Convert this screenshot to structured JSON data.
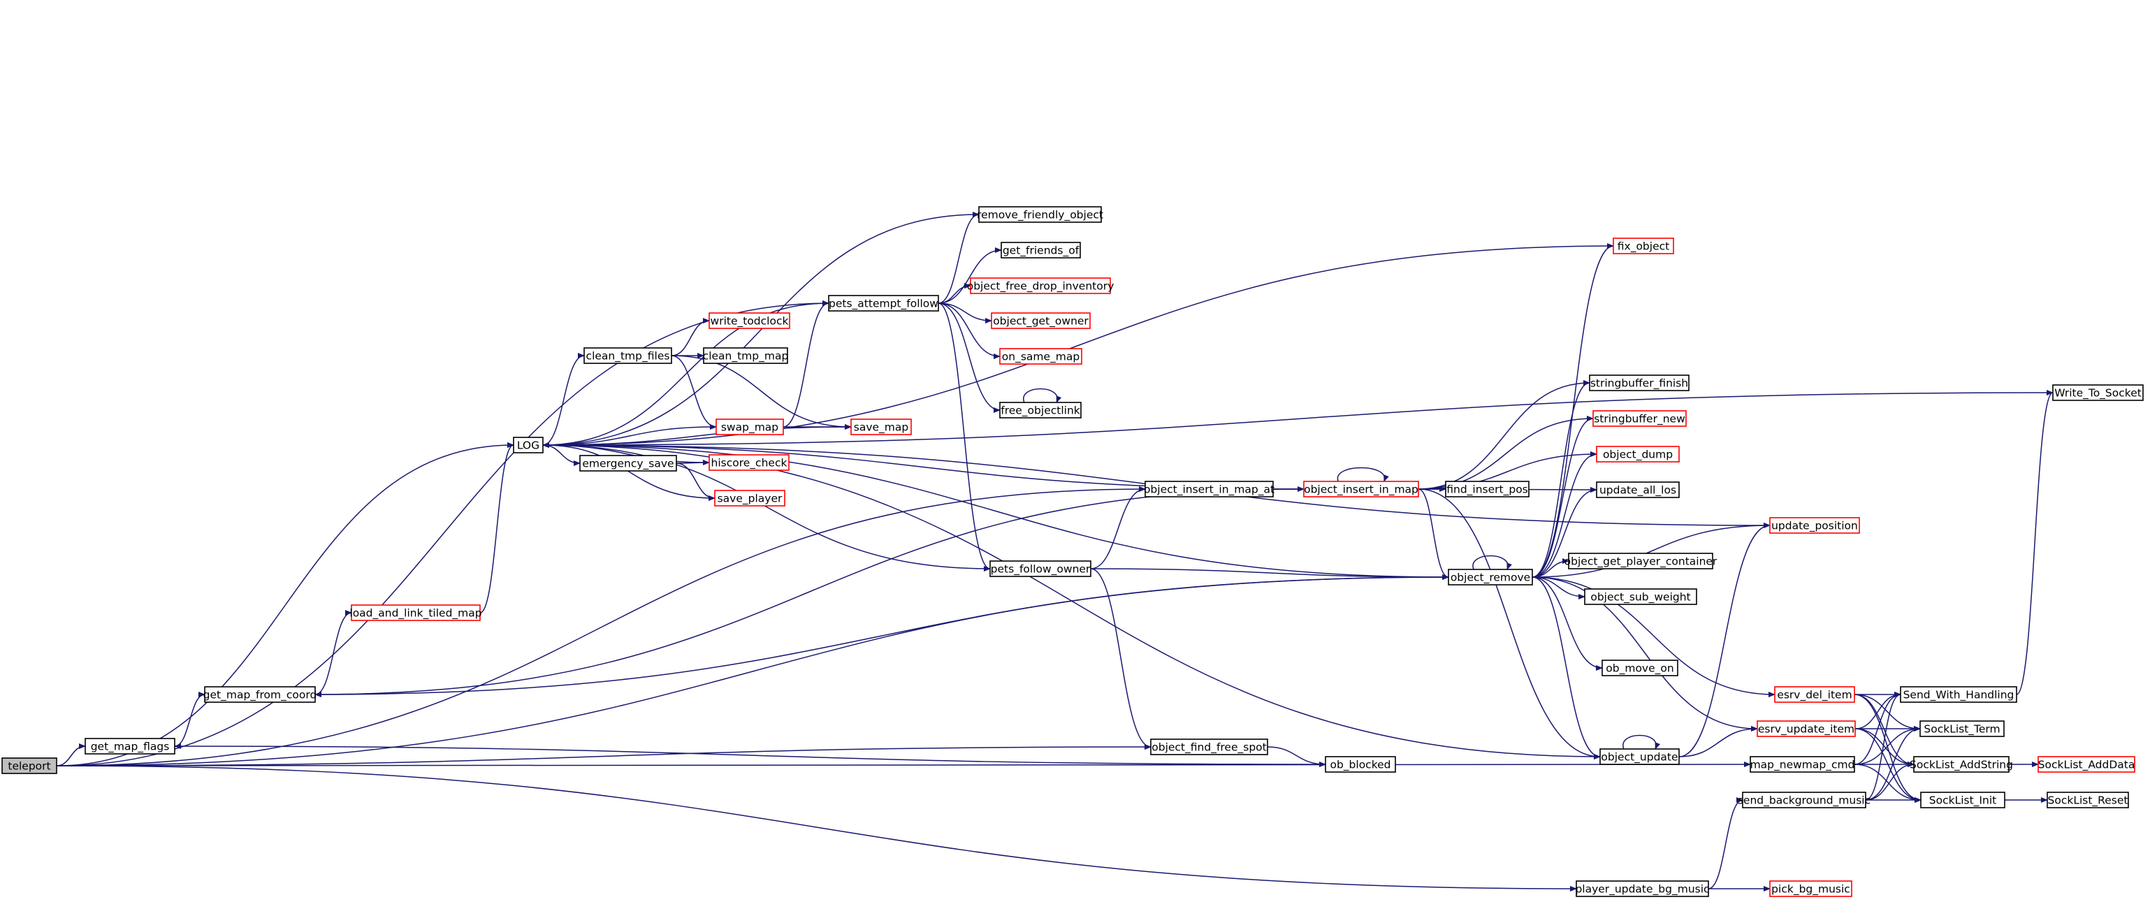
{
  "colors": {
    "edge": "#191970",
    "node_border_default": "#000000",
    "node_border_truncated": "#ff0000",
    "root_fill": "#bfbfbf",
    "node_fill": "#ffffff"
  },
  "nodes": [
    {
      "id": "teleport",
      "label": "teleport",
      "kind": "root"
    },
    {
      "id": "get_map_flags",
      "label": "get_map_flags",
      "kind": "normal"
    },
    {
      "id": "get_map_from_coord",
      "label": "get_map_from_coord",
      "kind": "normal"
    },
    {
      "id": "load_and_link_tiled_map",
      "label": "load_and_link_tiled_map",
      "kind": "truncated"
    },
    {
      "id": "LOG",
      "label": "LOG",
      "kind": "normal"
    },
    {
      "id": "clean_tmp_files",
      "label": "clean_tmp_files",
      "kind": "normal"
    },
    {
      "id": "emergency_save",
      "label": "emergency_save",
      "kind": "normal"
    },
    {
      "id": "write_todclock",
      "label": "write_todclock",
      "kind": "truncated"
    },
    {
      "id": "clean_tmp_map",
      "label": "clean_tmp_map",
      "kind": "normal"
    },
    {
      "id": "swap_map",
      "label": "swap_map",
      "kind": "truncated"
    },
    {
      "id": "hiscore_check",
      "label": "hiscore_check",
      "kind": "truncated"
    },
    {
      "id": "save_player",
      "label": "save_player",
      "kind": "truncated"
    },
    {
      "id": "save_map",
      "label": "save_map",
      "kind": "truncated"
    },
    {
      "id": "pets_attempt_follow",
      "label": "pets_attempt_follow",
      "kind": "normal"
    },
    {
      "id": "remove_friendly_object",
      "label": "remove_friendly_object",
      "kind": "normal"
    },
    {
      "id": "get_friends_of",
      "label": "get_friends_of",
      "kind": "normal"
    },
    {
      "id": "object_free_drop_inventory",
      "label": "object_free_drop_inventory",
      "kind": "truncated"
    },
    {
      "id": "object_get_owner",
      "label": "object_get_owner",
      "kind": "truncated"
    },
    {
      "id": "on_same_map",
      "label": "on_same_map",
      "kind": "truncated"
    },
    {
      "id": "free_objectlink",
      "label": "free_objectlink",
      "kind": "normal"
    },
    {
      "id": "pets_follow_owner",
      "label": "pets_follow_owner",
      "kind": "normal"
    },
    {
      "id": "object_insert_in_map_at",
      "label": "object_insert_in_map_at",
      "kind": "normal"
    },
    {
      "id": "object_insert_in_map",
      "label": "object_insert_in_map",
      "kind": "truncated"
    },
    {
      "id": "find_insert_pos",
      "label": "find_insert_pos",
      "kind": "normal"
    },
    {
      "id": "object_find_free_spot",
      "label": "object_find_free_spot",
      "kind": "normal"
    },
    {
      "id": "ob_blocked",
      "label": "ob_blocked",
      "kind": "normal"
    },
    {
      "id": "fix_object",
      "label": "fix_object",
      "kind": "truncated"
    },
    {
      "id": "stringbuffer_finish",
      "label": "stringbuffer_finish",
      "kind": "normal"
    },
    {
      "id": "stringbuffer_new",
      "label": "stringbuffer_new",
      "kind": "truncated"
    },
    {
      "id": "object_dump",
      "label": "object_dump",
      "kind": "truncated"
    },
    {
      "id": "update_all_los",
      "label": "update_all_los",
      "kind": "normal"
    },
    {
      "id": "update_position",
      "label": "update_position",
      "kind": "truncated"
    },
    {
      "id": "object_remove",
      "label": "object_remove",
      "kind": "normal"
    },
    {
      "id": "object_get_player_container",
      "label": "object_get_player_container",
      "kind": "normal"
    },
    {
      "id": "object_sub_weight",
      "label": "object_sub_weight",
      "kind": "normal"
    },
    {
      "id": "ob_move_on",
      "label": "ob_move_on",
      "kind": "normal"
    },
    {
      "id": "object_update",
      "label": "object_update",
      "kind": "normal"
    },
    {
      "id": "esrv_del_item",
      "label": "esrv_del_item",
      "kind": "truncated"
    },
    {
      "id": "esrv_update_item",
      "label": "esrv_update_item",
      "kind": "truncated"
    },
    {
      "id": "map_newmap_cmd",
      "label": "map_newmap_cmd",
      "kind": "normal"
    },
    {
      "id": "send_background_music",
      "label": "send_background_music",
      "kind": "normal"
    },
    {
      "id": "player_update_bg_music",
      "label": "player_update_bg_music",
      "kind": "normal"
    },
    {
      "id": "pick_bg_music",
      "label": "pick_bg_music",
      "kind": "truncated"
    },
    {
      "id": "Send_With_Handling",
      "label": "Send_With_Handling",
      "kind": "normal"
    },
    {
      "id": "SockList_Term",
      "label": "SockList_Term",
      "kind": "normal"
    },
    {
      "id": "SockList_AddString",
      "label": "SockList_AddString",
      "kind": "normal"
    },
    {
      "id": "SockList_AddData",
      "label": "SockList_AddData",
      "kind": "truncated"
    },
    {
      "id": "SockList_Init",
      "label": "SockList_Init",
      "kind": "normal"
    },
    {
      "id": "SockList_Reset",
      "label": "SockList_Reset",
      "kind": "normal"
    },
    {
      "id": "Write_To_Socket",
      "label": "Write_To_Socket",
      "kind": "normal"
    }
  ],
  "edges": [
    [
      "teleport",
      "get_map_flags"
    ],
    [
      "teleport",
      "LOG"
    ],
    [
      "teleport",
      "pets_attempt_follow"
    ],
    [
      "teleport",
      "object_insert_in_map_at"
    ],
    [
      "teleport",
      "object_find_free_spot"
    ],
    [
      "teleport",
      "object_remove"
    ],
    [
      "teleport",
      "map_newmap_cmd"
    ],
    [
      "teleport",
      "player_update_bg_music"
    ],
    [
      "get_map_flags",
      "get_map_from_coord"
    ],
    [
      "get_map_from_coord",
      "load_and_link_tiled_map"
    ],
    [
      "load_and_link_tiled_map",
      "LOG"
    ],
    [
      "LOG",
      "clean_tmp_files"
    ],
    [
      "LOG",
      "emergency_save"
    ],
    [
      "clean_tmp_files",
      "write_todclock"
    ],
    [
      "clean_tmp_files",
      "clean_tmp_map"
    ],
    [
      "clean_tmp_files",
      "swap_map"
    ],
    [
      "clean_tmp_files",
      "save_map"
    ],
    [
      "emergency_save",
      "hiscore_check"
    ],
    [
      "emergency_save",
      "save_player"
    ],
    [
      "swap_map",
      "LOG"
    ],
    [
      "swap_map",
      "save_map"
    ],
    [
      "swap_map",
      "pets_attempt_follow"
    ],
    [
      "hiscore_check",
      "LOG"
    ],
    [
      "save_player",
      "LOG"
    ],
    [
      "save_map",
      "LOG"
    ],
    [
      "pets_attempt_follow",
      "LOG"
    ],
    [
      "pets_attempt_follow",
      "remove_friendly_object"
    ],
    [
      "pets_attempt_follow",
      "get_friends_of"
    ],
    [
      "pets_attempt_follow",
      "object_free_drop_inventory"
    ],
    [
      "pets_attempt_follow",
      "object_get_owner"
    ],
    [
      "pets_attempt_follow",
      "on_same_map"
    ],
    [
      "pets_attempt_follow",
      "free_objectlink"
    ],
    [
      "pets_attempt_follow",
      "pets_follow_owner"
    ],
    [
      "remove_friendly_object",
      "LOG"
    ],
    [
      "free_objectlink",
      "free_objectlink"
    ],
    [
      "pets_follow_owner",
      "LOG"
    ],
    [
      "pets_follow_owner",
      "object_insert_in_map_at"
    ],
    [
      "pets_follow_owner",
      "object_find_free_spot"
    ],
    [
      "pets_follow_owner",
      "object_remove"
    ],
    [
      "object_insert_in_map_at",
      "object_insert_in_map"
    ],
    [
      "object_insert_in_map",
      "LOG"
    ],
    [
      "object_insert_in_map",
      "get_map_from_coord"
    ],
    [
      "object_insert_in_map",
      "object_insert_in_map"
    ],
    [
      "object_insert_in_map",
      "find_insert_pos"
    ],
    [
      "object_insert_in_map",
      "stringbuffer_finish"
    ],
    [
      "object_insert_in_map",
      "stringbuffer_new"
    ],
    [
      "object_insert_in_map",
      "object_dump"
    ],
    [
      "object_insert_in_map",
      "update_all_los"
    ],
    [
      "object_insert_in_map",
      "object_remove"
    ],
    [
      "object_insert_in_map",
      "object_update"
    ],
    [
      "object_find_free_spot",
      "ob_blocked"
    ],
    [
      "ob_blocked",
      "get_map_flags"
    ],
    [
      "fix_object",
      "LOG"
    ],
    [
      "object_remove",
      "LOG"
    ],
    [
      "object_remove",
      "get_map_from_coord"
    ],
    [
      "object_remove",
      "object_remove"
    ],
    [
      "object_remove",
      "fix_object"
    ],
    [
      "object_remove",
      "stringbuffer_finish"
    ],
    [
      "object_remove",
      "stringbuffer_new"
    ],
    [
      "object_remove",
      "object_dump"
    ],
    [
      "object_remove",
      "update_all_los"
    ],
    [
      "object_remove",
      "update_position"
    ],
    [
      "object_remove",
      "object_get_player_container"
    ],
    [
      "object_remove",
      "object_sub_weight"
    ],
    [
      "object_remove",
      "ob_move_on"
    ],
    [
      "object_remove",
      "object_update"
    ],
    [
      "object_remove",
      "esrv_del_item"
    ],
    [
      "object_remove",
      "esrv_update_item"
    ],
    [
      "update_position",
      "LOG"
    ],
    [
      "object_update",
      "LOG"
    ],
    [
      "object_update",
      "object_update"
    ],
    [
      "object_update",
      "update_position"
    ],
    [
      "object_update",
      "esrv_update_item"
    ],
    [
      "esrv_del_item",
      "Send_With_Handling"
    ],
    [
      "esrv_del_item",
      "SockList_Term"
    ],
    [
      "esrv_del_item",
      "SockList_AddString"
    ],
    [
      "esrv_del_item",
      "SockList_Init"
    ],
    [
      "esrv_update_item",
      "Send_With_Handling"
    ],
    [
      "esrv_update_item",
      "SockList_Term"
    ],
    [
      "esrv_update_item",
      "SockList_AddString"
    ],
    [
      "esrv_update_item",
      "SockList_Init"
    ],
    [
      "map_newmap_cmd",
      "Send_With_Handling"
    ],
    [
      "map_newmap_cmd",
      "SockList_Term"
    ],
    [
      "map_newmap_cmd",
      "SockList_AddString"
    ],
    [
      "map_newmap_cmd",
      "SockList_Init"
    ],
    [
      "send_background_music",
      "Send_With_Handling"
    ],
    [
      "send_background_music",
      "SockList_Term"
    ],
    [
      "send_background_music",
      "SockList_AddString"
    ],
    [
      "send_background_music",
      "SockList_Init"
    ],
    [
      "player_update_bg_music",
      "send_background_music"
    ],
    [
      "player_update_bg_music",
      "pick_bg_music"
    ],
    [
      "SockList_AddString",
      "SockList_AddData"
    ],
    [
      "SockList_Init",
      "SockList_Reset"
    ],
    [
      "Send_With_Handling",
      "Write_To_Socket"
    ],
    [
      "Write_To_Socket",
      "LOG"
    ]
  ]
}
